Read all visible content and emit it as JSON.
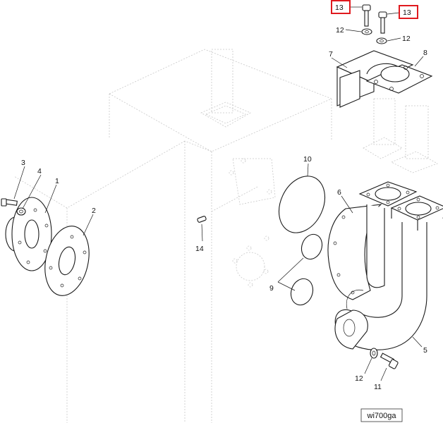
{
  "callouts": {
    "c1": "1",
    "c2": "2",
    "c3": "3",
    "c4": "4",
    "c5": "5",
    "c6": "6",
    "c7": "7",
    "c8": "8",
    "c9": "9",
    "c10": "10",
    "c11": "11",
    "c12a": "12",
    "c12b": "12",
    "c12c": "12",
    "c13a": "13",
    "c13b": "13",
    "c14": "14"
  },
  "highlight_color": "#e0191e",
  "reference_code": "wi700ga"
}
